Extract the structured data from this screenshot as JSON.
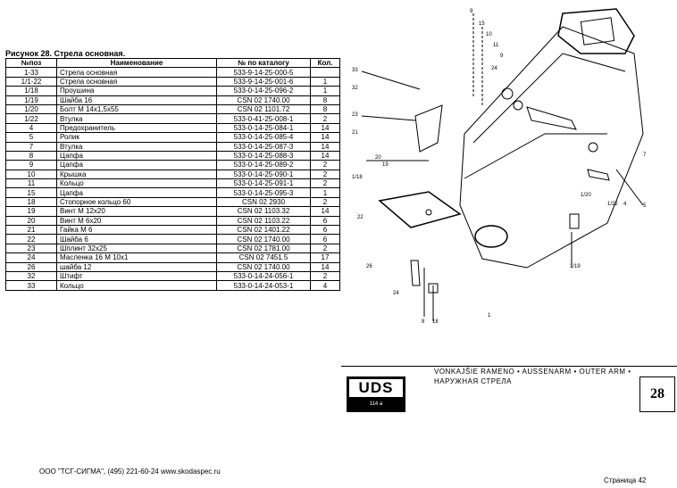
{
  "figure_title": "Рисунок 28.   Стрела основная.",
  "table": {
    "headers": [
      "№поз",
      "Наименование",
      "№ по каталогу",
      "Кол."
    ],
    "rows": [
      [
        "1-33",
        "Стрела основная",
        "533-9-14-25-000-5",
        ""
      ],
      [
        "1/1-22",
        "Стрела основная",
        "533-9-14-25-001-6",
        "1"
      ],
      [
        "1/18",
        "Проушина",
        "533-0-14-25-096-2",
        "1"
      ],
      [
        "1/19",
        "Шайба 16",
        "CSN 02 1740.00",
        "8"
      ],
      [
        "1/20",
        "Болт М 14х1,5х55",
        "CSN 02 1101.72",
        "8"
      ],
      [
        "1/22",
        "Втулка",
        "533-0-41-25-008-1",
        "2"
      ],
      [
        "4",
        "Предохранитель",
        "533-0-14-25-084-1",
        "14"
      ],
      [
        "5",
        "Ролик",
        "533-0-14-25-085-4",
        "14"
      ],
      [
        "7",
        "Втулка",
        "533-0-14-25-087-3",
        "14"
      ],
      [
        "8",
        "Цапфа",
        "533-0-14-25-088-3",
        "14"
      ],
      [
        "9",
        "Цапфа",
        "533-0-14-25-089-2",
        "2"
      ],
      [
        "10",
        "Крышка",
        "533-0-14-25-090-1",
        "2"
      ],
      [
        "11",
        "Кольцо",
        "533-0-14-25-091-1",
        "2"
      ],
      [
        "15",
        "Цапфа",
        "533-0-14-25-095-3",
        "1"
      ],
      [
        "18",
        "Стопорное кольцо 60",
        "CSN 02 2930",
        "2"
      ],
      [
        "19",
        "Винт М 12х20",
        "CSN 02 1103.32",
        "14"
      ],
      [
        "20",
        "Винт М 6х20",
        "CSN 02 1103.22",
        "6"
      ],
      [
        "21",
        "Гайка М 6",
        "CSN 02 1401.22",
        "6"
      ],
      [
        "22",
        "Шайба 6",
        "CSN 02 1740.00",
        "6"
      ],
      [
        "23",
        "Шплинт 32х25",
        "CSN 02 1781.00",
        "2"
      ],
      [
        "24",
        "Масленка 16 М 10х1",
        "CSN 02 7451.5",
        "17"
      ],
      [
        "26",
        "шайба  12",
        "CSN  02  1740.00",
        "14"
      ],
      [
        "32",
        "Штифт",
        "533-0-14-24-056-1",
        "2"
      ],
      [
        "33",
        "Кольцо",
        "533-0-14-24-053-1",
        "4"
      ]
    ]
  },
  "titleblock": {
    "logo": "UDS",
    "logo_sub": "114 a",
    "line1": "VONKAJŠIE RAMENO • AUSSENARM • OUTER ARM •",
    "line2": "НАРУЖНАЯ СТРЕЛА",
    "page_number": "28"
  },
  "drawing_labels": [
    "9",
    "15",
    "10",
    "11",
    "9",
    "24",
    "33",
    "32",
    "23",
    "21",
    "20",
    "19",
    "22",
    "26",
    "1/18",
    "1/19",
    "1/20",
    "1/22",
    "4",
    "5",
    "7",
    "8",
    "18",
    "24",
    "1"
  ],
  "footer": {
    "company": "ООО \"ТСГ-СИГМА\", (495) 221-60-24 www.skodaspec.ru",
    "page": "Страница 42"
  }
}
